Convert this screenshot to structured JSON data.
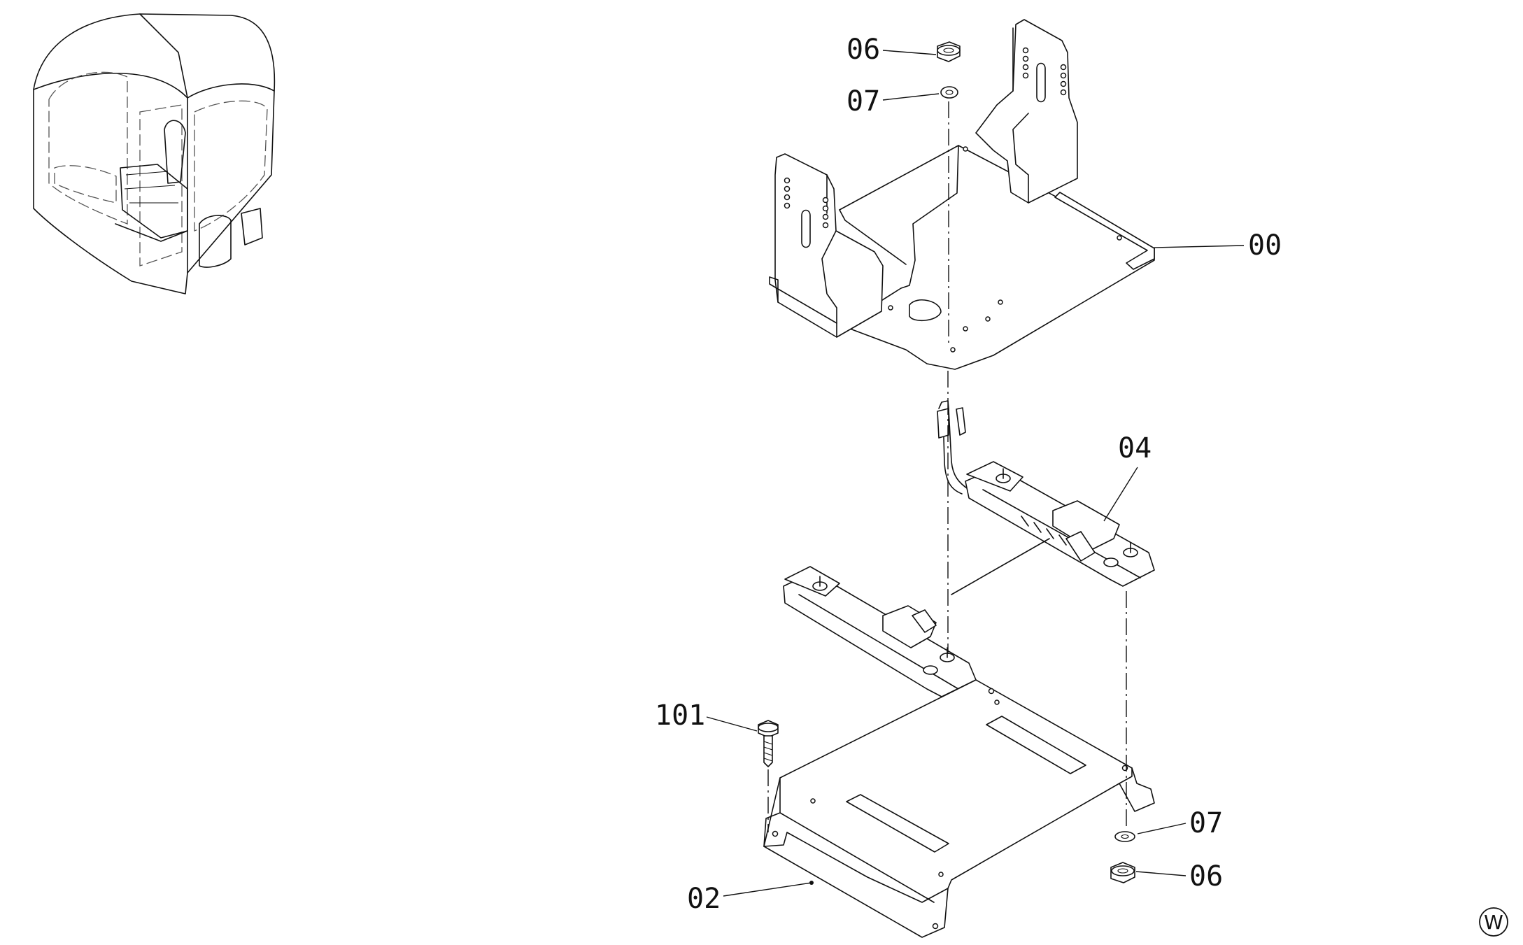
{
  "diagram": {
    "callouts": [
      {
        "id": "part-00",
        "label": "00"
      },
      {
        "id": "part-02",
        "label": "02"
      },
      {
        "id": "part-04",
        "label": "04"
      },
      {
        "id": "part-06-top",
        "label": "06"
      },
      {
        "id": "part-07-top",
        "label": "07"
      },
      {
        "id": "part-06-bottom",
        "label": "06"
      },
      {
        "id": "part-07-bottom",
        "label": "07"
      },
      {
        "id": "part-101",
        "label": "101"
      }
    ],
    "mark": "W"
  }
}
